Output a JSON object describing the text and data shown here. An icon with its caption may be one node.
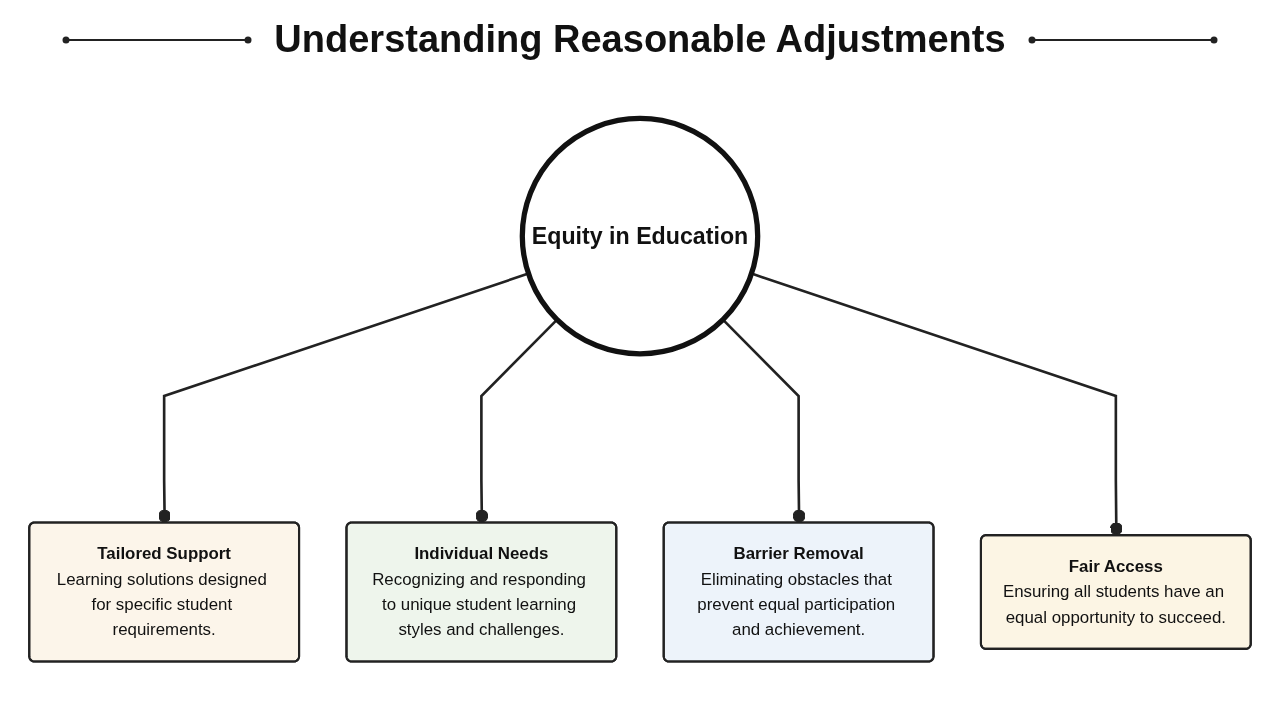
{
  "diagram": {
    "title": "Understanding Reasonable Adjustments",
    "nodes": [
      {
        "text": [
          "Tailored Support",
          "Learning solutions designed for specific student requirements."
        ]
      },
      {
        "text": [
          "Individual Needs",
          "Recognizing and responding to unique student learning styles and challenges."
        ]
      },
      {
        "text": [
          "Equity in Education"
        ]
      },
      {
        "text": [
          "Barrier Removal",
          "Eliminating obstacles that prevent equal participation and achievement."
        ]
      },
      {
        "text": [
          "Fair Access",
          "Ensuring all students have an equal opportunity to succeed."
        ]
      }
    ],
    "edges": [
      {
        "from": 2,
        "to": 0,
        "arrow": "other"
      },
      {
        "from": 2,
        "to": 1,
        "arrow": "other"
      },
      {
        "from": 2,
        "to": 3,
        "arrow": "other"
      },
      {
        "from": 2,
        "to": 4,
        "arrow": "other"
      }
    ]
  }
}
